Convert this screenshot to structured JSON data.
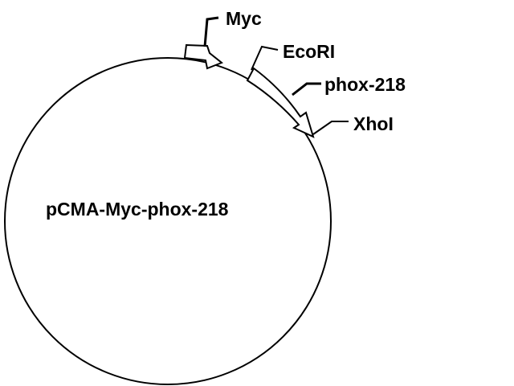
{
  "plasmid": {
    "name": "pCMA-Myc-phox-218"
  },
  "features": {
    "myc": {
      "label": "Myc",
      "kind": "tag"
    },
    "insert": {
      "label": "phox-218",
      "kind": "insert"
    }
  },
  "sites": {
    "ecori": {
      "label": "EcoRI"
    },
    "xhoi": {
      "label": "XhoI"
    }
  },
  "colors": {
    "stroke": "#000000",
    "background": "#ffffff",
    "arrow_fill": "#ffffff"
  }
}
